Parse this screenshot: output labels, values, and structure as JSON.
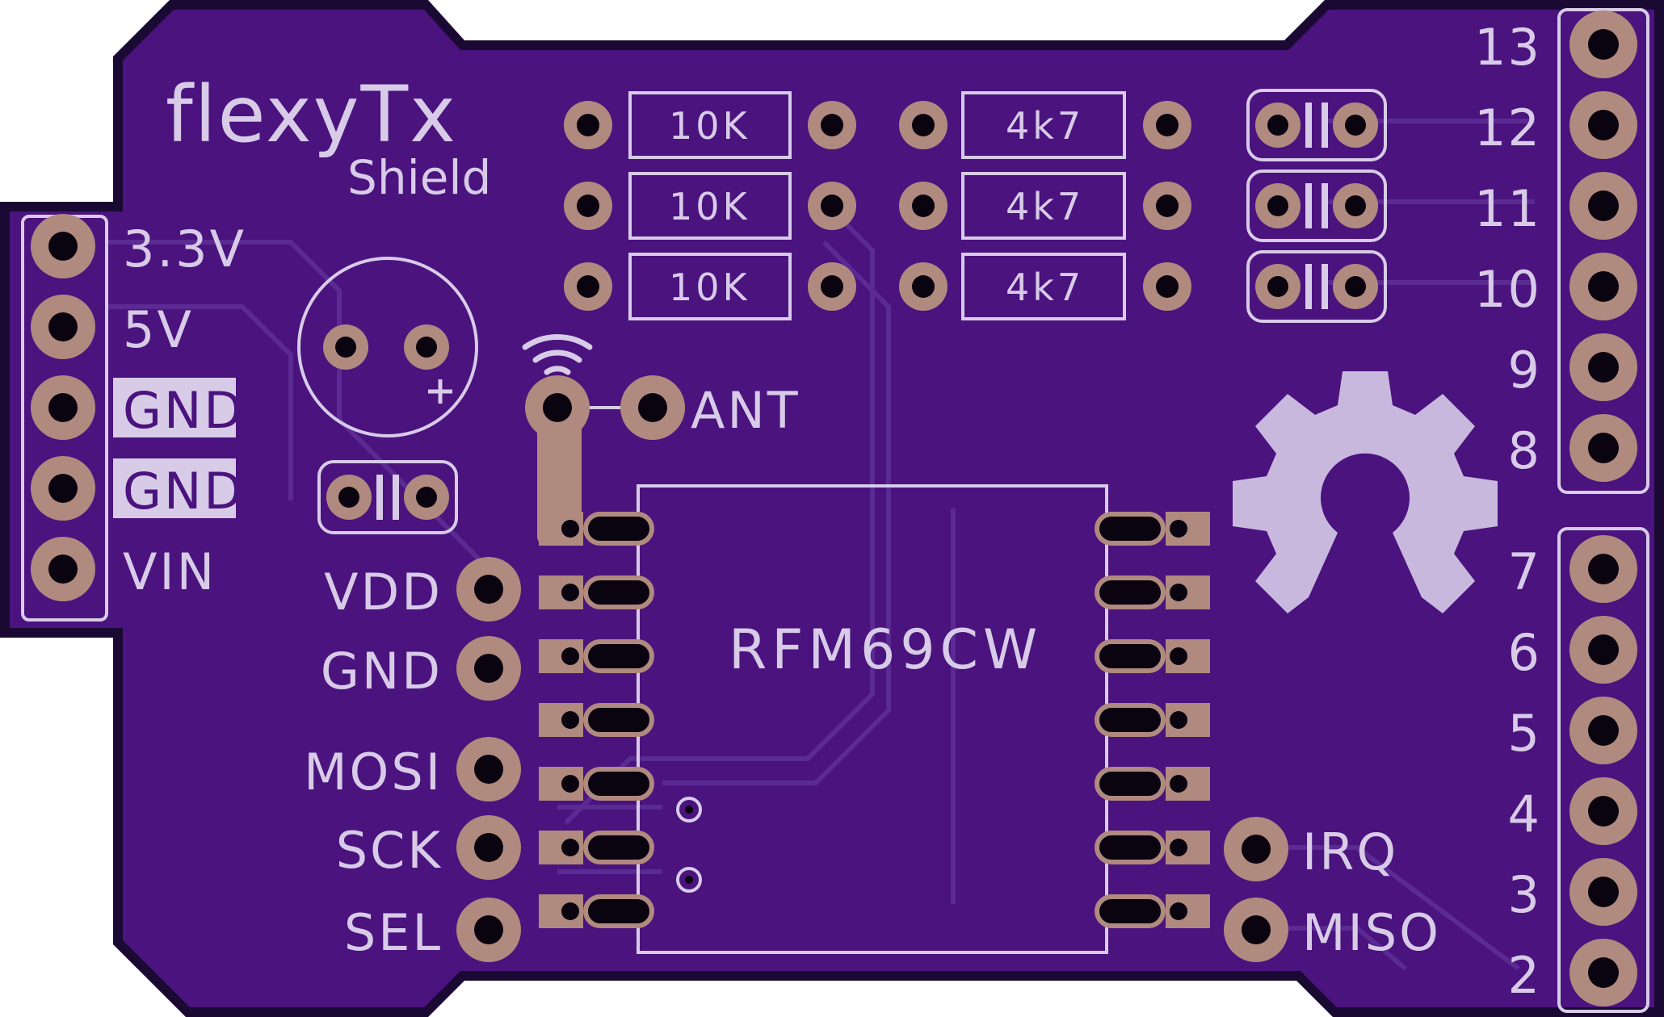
{
  "board": {
    "title": "flexyTx",
    "subtitle": "Shield",
    "colors": {
      "outline": "#1a0a33",
      "mask": "#4a137e",
      "trace": "#5b2a92",
      "silk": "#d8cbe8",
      "copper": "#b08a7e",
      "hole": "#0a0410"
    }
  },
  "power_header": {
    "labels": [
      "3.3V",
      "5V",
      "GND",
      "GND",
      "VIN"
    ]
  },
  "resistors": {
    "left": [
      "10K",
      "10K",
      "10K"
    ],
    "right": [
      "4k7",
      "4k7",
      "4k7"
    ]
  },
  "antenna": {
    "label": "ANT",
    "icon": "wifi-icon"
  },
  "module": {
    "label": "RFM69CW",
    "left_pins": [
      "VDD",
      "GND",
      "MOSI",
      "SCK",
      "SEL"
    ],
    "right_pins": [
      "IRQ",
      "MISO"
    ]
  },
  "digital_header": {
    "upper": [
      "13",
      "12",
      "11",
      "10",
      "9",
      "8"
    ],
    "lower": [
      "7",
      "6",
      "5",
      "4",
      "3",
      "2"
    ]
  },
  "logo": {
    "icon": "open-hardware-gear-icon"
  }
}
